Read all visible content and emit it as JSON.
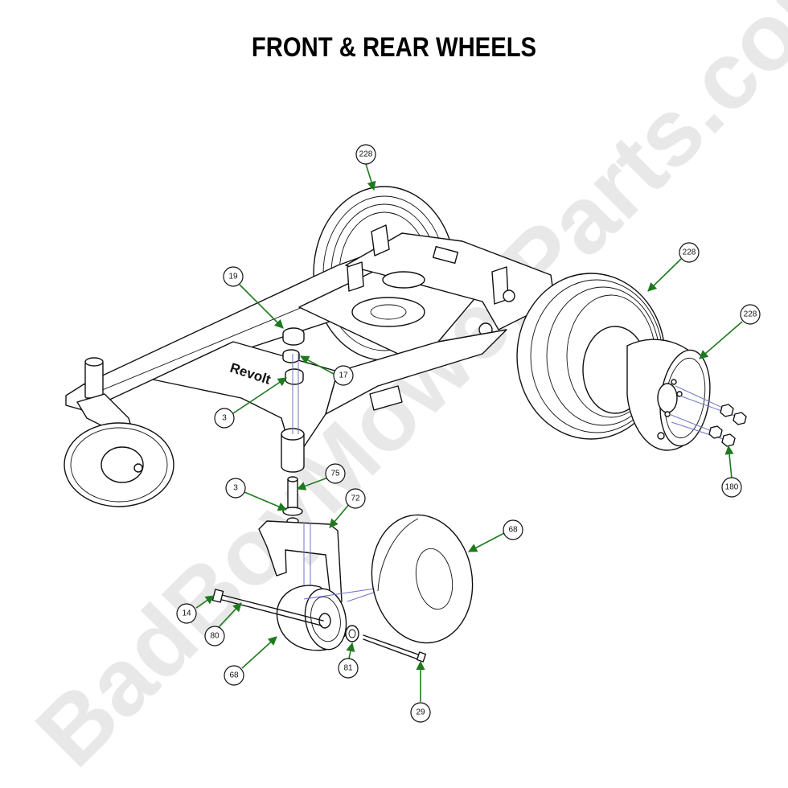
{
  "title": "FRONT & REAR WHEELS",
  "watermark": "BadBoyMowerParts.com",
  "callouts": [
    {
      "id": "c-228-top",
      "label": "228"
    },
    {
      "id": "c-228-mid",
      "label": "228"
    },
    {
      "id": "c-228-right",
      "label": "228"
    },
    {
      "id": "c-19",
      "label": "19"
    },
    {
      "id": "c-17",
      "label": "17"
    },
    {
      "id": "c-3-upper",
      "label": "3"
    },
    {
      "id": "c-180",
      "label": "180"
    },
    {
      "id": "c-75",
      "label": "75"
    },
    {
      "id": "c-3-lower",
      "label": "3"
    },
    {
      "id": "c-72",
      "label": "72"
    },
    {
      "id": "c-68-tire",
      "label": "68"
    },
    {
      "id": "c-14",
      "label": "14"
    },
    {
      "id": "c-80",
      "label": "80"
    },
    {
      "id": "c-68-rim",
      "label": "68"
    },
    {
      "id": "c-81",
      "label": "81"
    },
    {
      "id": "c-29",
      "label": "29"
    }
  ]
}
